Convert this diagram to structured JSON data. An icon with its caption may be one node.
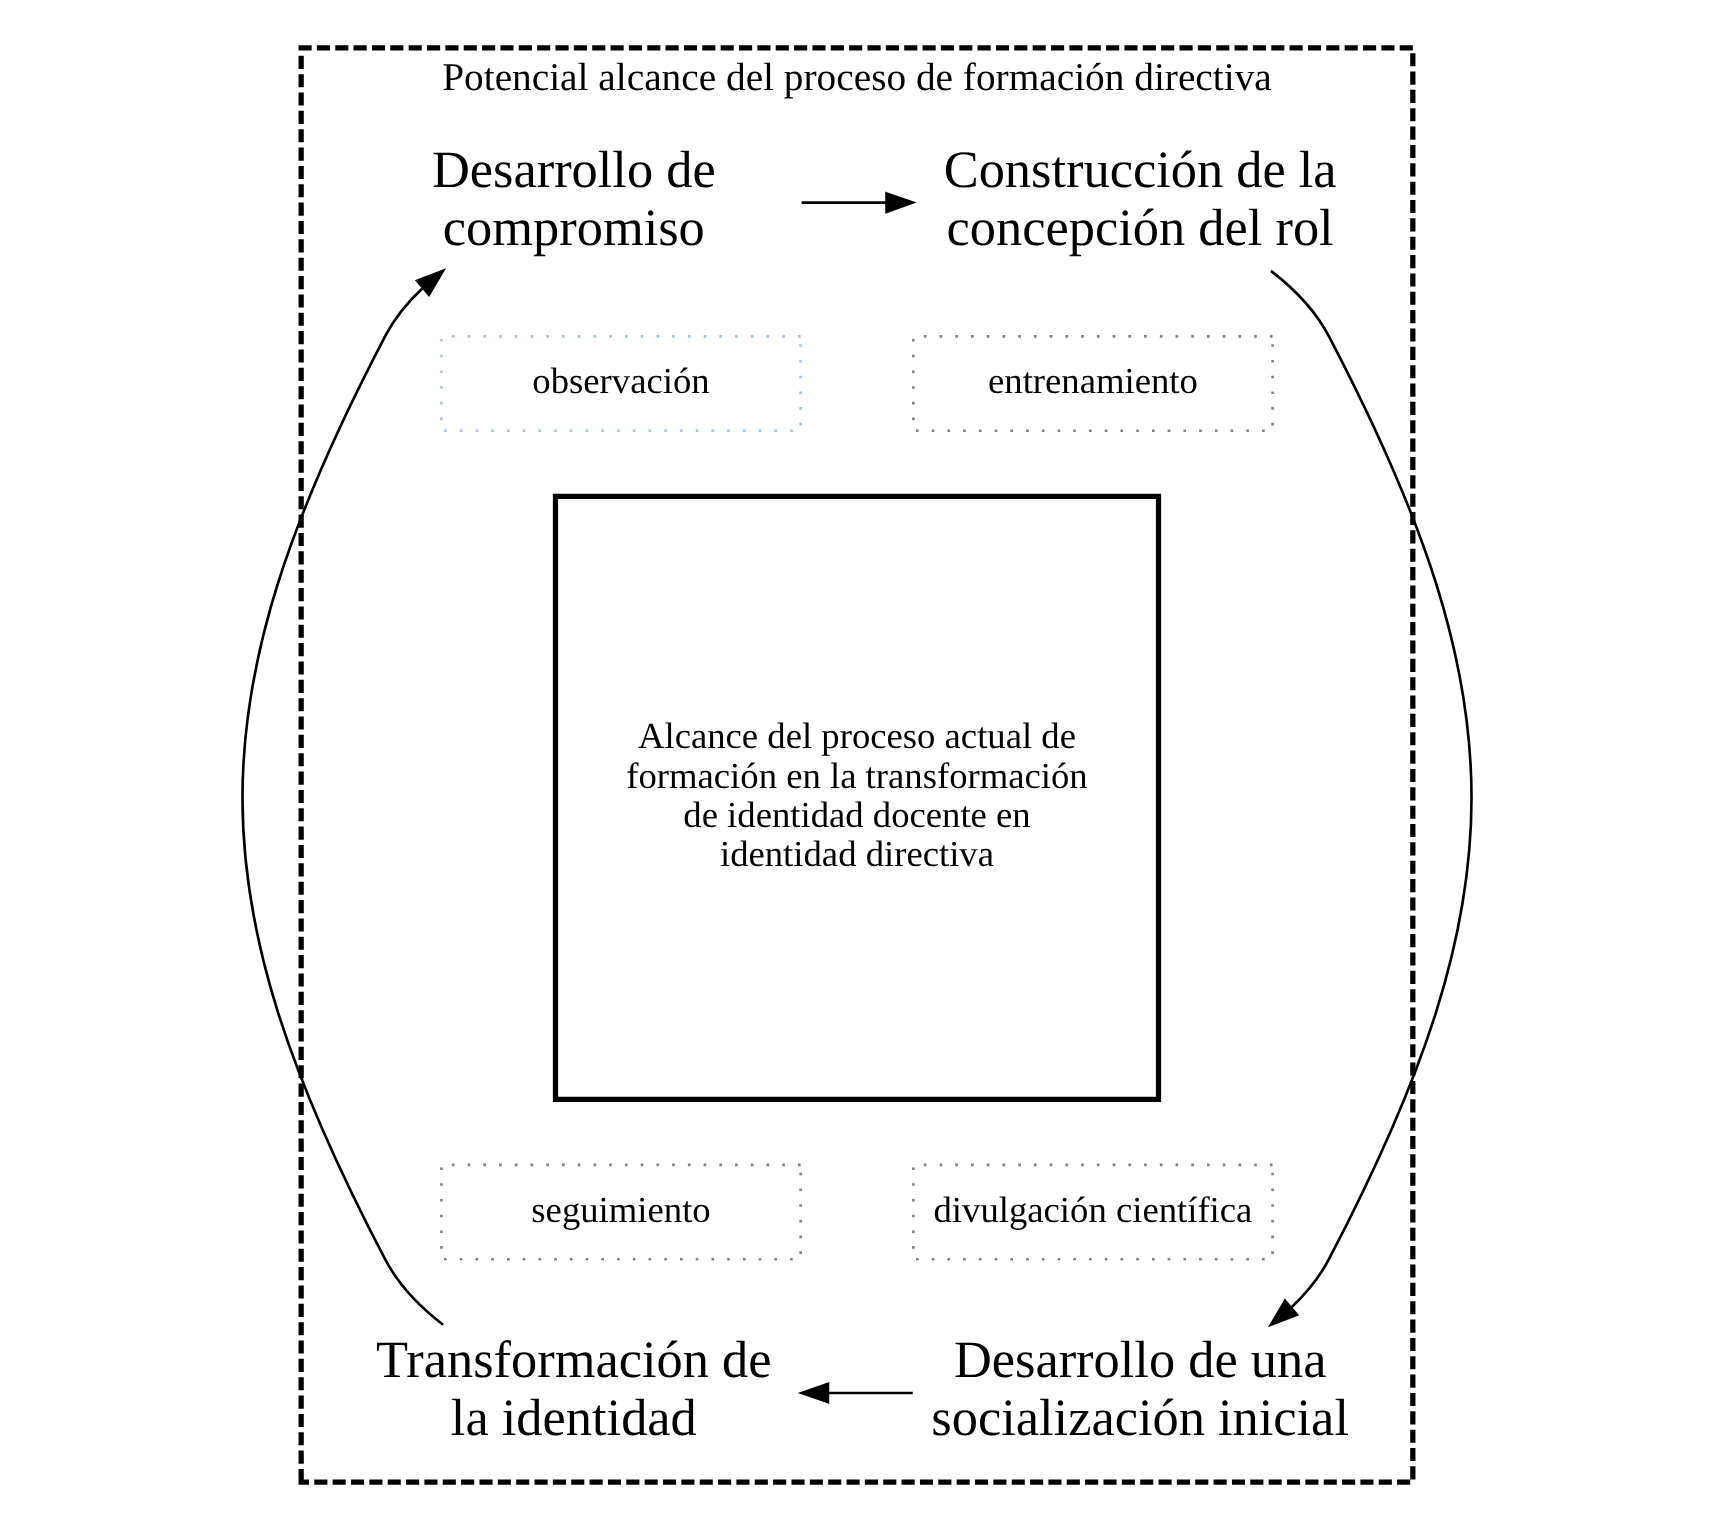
{
  "diagram": {
    "nodes": [
      {
        "text": [
          "Potencial alcance del proceso de formación directiva"
        ]
      },
      {
        "text": [
          "Desarrollo de compromiso"
        ],
        "in": 0
      },
      {
        "text": [
          "Construcción de la concepción del rol"
        ],
        "in": 0
      },
      {
        "text": [
          "observación"
        ],
        "in": 0
      },
      {
        "text": [
          "entrenamiento"
        ],
        "in": 0
      },
      {
        "text": [
          "Alcance del proceso actual de formación en la transformación de identidad docente en identidad directiva"
        ],
        "in": 0
      },
      {
        "text": [
          "seguimiento"
        ],
        "in": 0
      },
      {
        "text": [
          "divulgación científica"
        ],
        "in": 0
      },
      {
        "text": [
          "Transformación de la identidad"
        ],
        "in": 0
      },
      {
        "text": [
          "Desarrollo de una socialización inicial"
        ],
        "in": 0
      }
    ],
    "edges": [
      {
        "from": 1,
        "to": 2,
        "arrow": "to"
      },
      {
        "from": 2,
        "to": 9,
        "arrow": "to"
      },
      {
        "from": 9,
        "to": 8,
        "arrow": "to"
      },
      {
        "from": 8,
        "to": 1,
        "arrow": "to"
      }
    ]
  }
}
